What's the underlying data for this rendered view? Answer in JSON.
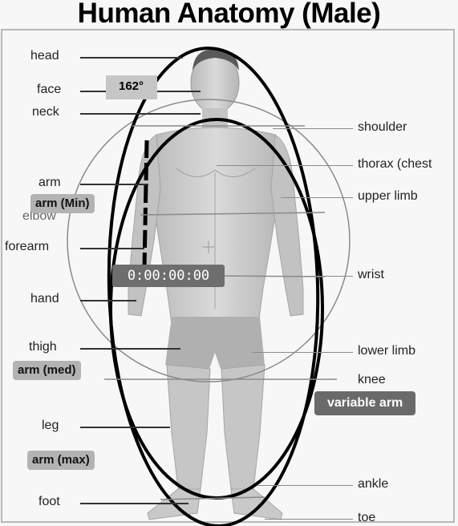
{
  "title": "Human Anatomy (Male)",
  "labels_left": {
    "head": "head",
    "face": "face",
    "neck": "neck",
    "arm": "arm",
    "elbow": "elbow",
    "forearm": "forearm",
    "hand": "hand",
    "thigh": "thigh",
    "leg": "leg",
    "foot": "foot"
  },
  "labels_right": {
    "shoulder": "shoulder",
    "thorax": "thorax (chest",
    "upper_limb": "upper limb",
    "wrist": "wrist",
    "lower_limb": "lower limb",
    "knee": "knee",
    "ankle": "ankle",
    "toe": "toe"
  },
  "overlays": {
    "percent": "162°",
    "timer": "0:00:00:00",
    "arm_min": "arm (Min)",
    "arm_med": "arm (med)",
    "arm_max": "arm (max)",
    "variable_arm": "variable arm"
  },
  "colors": {
    "ink": "#000000",
    "guide_gray": "#8a8a8a",
    "chip_gray": "#8c8c8c",
    "body_tone": "#c9c9c9"
  }
}
